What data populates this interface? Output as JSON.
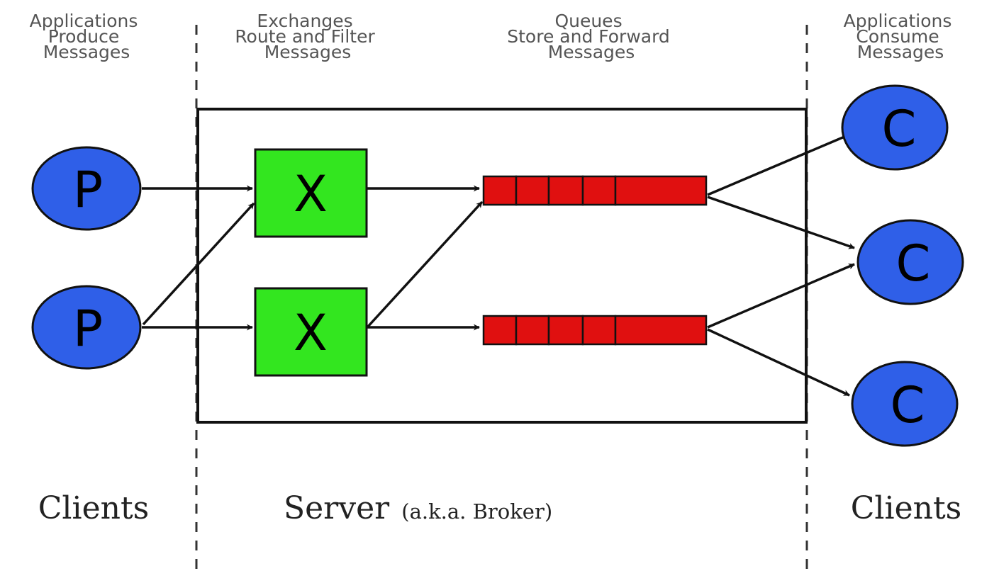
{
  "headers": {
    "producers": [
      "Applications",
      "Produce",
      "Messages"
    ],
    "exchanges": [
      "Exchanges",
      "Route and Filter",
      "Messages"
    ],
    "queues": [
      "Queues",
      "Store and Forward",
      "Messages"
    ],
    "consumers": [
      "Applications",
      "Consume",
      "Messages"
    ]
  },
  "footer": {
    "left_clients": "Clients",
    "server": "Server",
    "server_aka": "(a.k.a. Broker)",
    "right_clients": "Clients"
  },
  "nodes": {
    "producers": [
      {
        "label": "P"
      },
      {
        "label": "P"
      }
    ],
    "exchanges": [
      {
        "label": "X"
      },
      {
        "label": "X"
      }
    ],
    "queues": [
      {
        "cells": 5
      },
      {
        "cells": 5
      }
    ],
    "consumers": [
      {
        "label": "C"
      },
      {
        "label": "C"
      },
      {
        "label": "C"
      }
    ]
  },
  "colors": {
    "producer": "#2f5fe8",
    "consumer": "#2f5fe8",
    "exchange": "#33e61f",
    "queue": "#e01010"
  }
}
